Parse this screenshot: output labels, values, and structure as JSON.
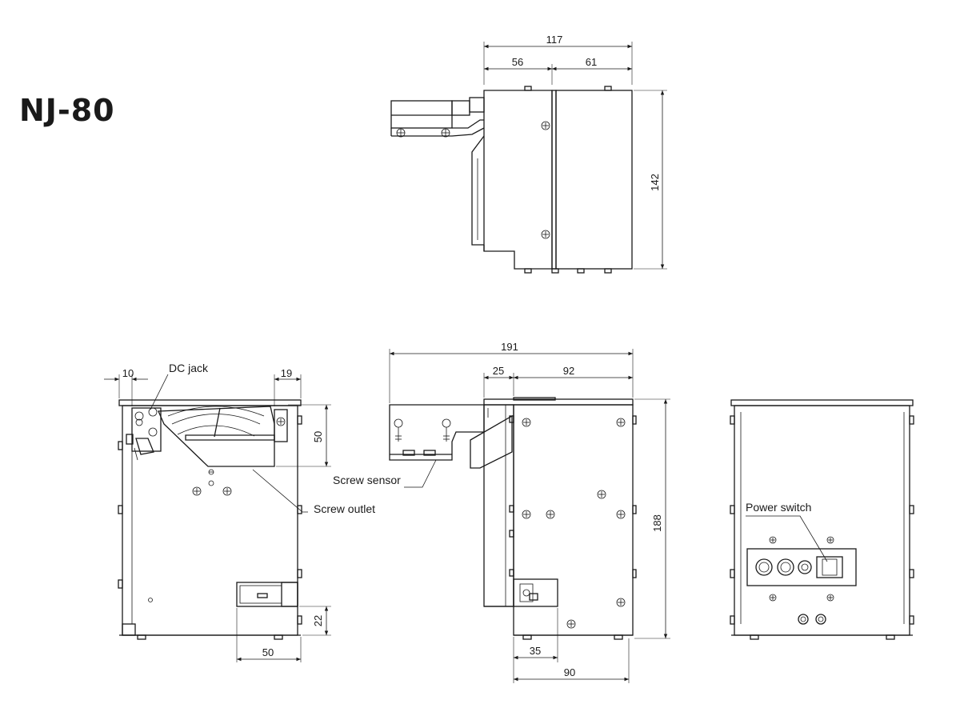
{
  "title": "NJ-80",
  "dimensions": {
    "top_total": "117",
    "top_left": "56",
    "top_right": "61",
    "top_height": "142",
    "front_left": "10",
    "front_right": "19",
    "front_height": "50",
    "front_bottom_height": "22",
    "front_bottom_width": "50",
    "side_total": "191",
    "side_left": "25",
    "side_right": "92",
    "side_height": "188",
    "side_bottom_small": "35",
    "side_bottom_total": "90"
  },
  "labels": {
    "dc_jack": "DC jack",
    "screw_sensor": "Screw sensor",
    "screw_outlet": "Screw outlet",
    "power_switch": "Power switch"
  },
  "colors": {
    "line": "#1a1a1a",
    "background": "#ffffff"
  }
}
